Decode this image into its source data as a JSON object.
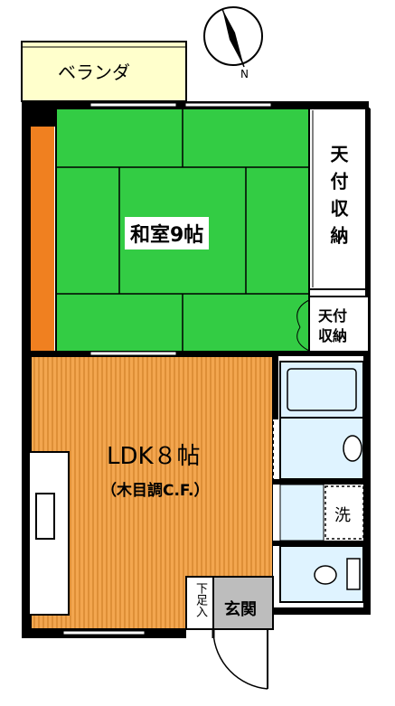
{
  "compass": {
    "north_label": "N",
    "icon": "north-arrow-icon"
  },
  "rooms": {
    "veranda": "ベランダ",
    "washitsu": "和室9帖",
    "tenbukuro_large": "天付収納",
    "tenbukuro_small_line1": "天付",
    "tenbukuro_small_line2": "収納",
    "ldk_title": "LDK８帖",
    "ldk_note": "（木目調C.F.）",
    "wash_machine": "洗",
    "shoes": "下足入",
    "entrance": "玄関"
  },
  "colors": {
    "tatami": "#33cc44",
    "floor": "#f3a64f",
    "floor_line": "#c8781f",
    "veranda": "#ffffcc",
    "water": "#dff3ff",
    "entrance": "#bdbdbd",
    "wall": "#000000",
    "accent_wall": "#f08020"
  }
}
